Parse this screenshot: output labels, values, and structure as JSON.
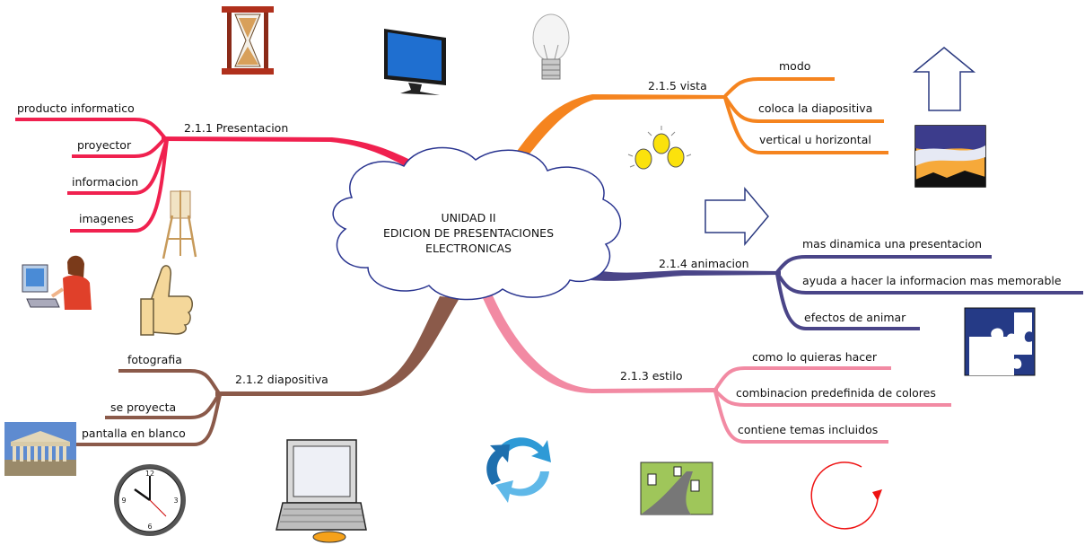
{
  "center": {
    "line1": "UNIDAD II",
    "line2": "EDICION DE PRESENTACIONES",
    "line3": "ELECTRONICAS"
  },
  "branches": {
    "presentacion": {
      "title": "2.1.1  Presentacion",
      "color": "#f0214f",
      "items": [
        "producto informatico",
        "proyector",
        "informacion",
        "imagenes"
      ]
    },
    "diapositiva": {
      "title": "2.1.2 diapositiva",
      "color": "#8b5a4a",
      "items": [
        "fotografia",
        "se proyecta",
        "pantalla en blanco"
      ]
    },
    "estilo": {
      "title": "2.1.3 estilo",
      "color": "#f28aa3",
      "items": [
        "como lo quieras hacer",
        "combinacion predefinida de colores",
        "contiene temas incluidos"
      ]
    },
    "animacion": {
      "title": "2.1.4  animacion",
      "color": "#4a4588",
      "items": [
        "mas dinamica una presentacion",
        "ayuda a hacer la informacion mas memorable",
        "efectos de animar"
      ]
    },
    "vista": {
      "title": "2.1.5 vista",
      "color": "#f5841f",
      "items": [
        "modo",
        "coloca la diapositiva",
        "vertical u horizontal"
      ]
    }
  },
  "clipart": [
    "hourglass-icon",
    "monitor-icon",
    "lightbulb-icon",
    "up-arrow-icon",
    "sunset-picture-icon",
    "bulbs-icon",
    "right-arrow-icon",
    "puzzle-icon",
    "easel-icon",
    "computer-user-icon",
    "thumbs-up-icon",
    "parthenon-picture-icon",
    "clock-icon",
    "laptop-icon",
    "recycle-arrows-icon",
    "road-sign-icon",
    "circular-arrow-icon"
  ]
}
